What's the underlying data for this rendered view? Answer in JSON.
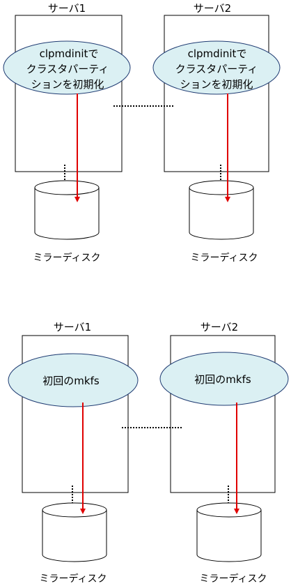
{
  "colors": {
    "ellipse_fill": "#dbf0f3",
    "ellipse_stroke": "#1f3b72",
    "arrow": "#e00000",
    "outline": "#000000",
    "background": "#ffffff"
  },
  "panel1": {
    "server1": {
      "label": "サーバ1",
      "process_line1": "clpmdinitで",
      "process_line2": "クラスタパーティ",
      "process_line3": "ションを初期化"
    },
    "server2": {
      "label": "サーバ2",
      "process_line1": "clpmdinitで",
      "process_line2": "クラスタパーティ",
      "process_line3": "ションを初期化"
    },
    "disk1_label": "ミラーディスク",
    "disk2_label": "ミラーディスク"
  },
  "panel2": {
    "server1": {
      "label": "サーバ1",
      "process_line1": "初回のmkfs"
    },
    "server2": {
      "label": "サーバ2",
      "process_line1": "初回のmkfs"
    },
    "disk1_label": "ミラーディスク",
    "disk2_label": "ミラーディスク"
  }
}
